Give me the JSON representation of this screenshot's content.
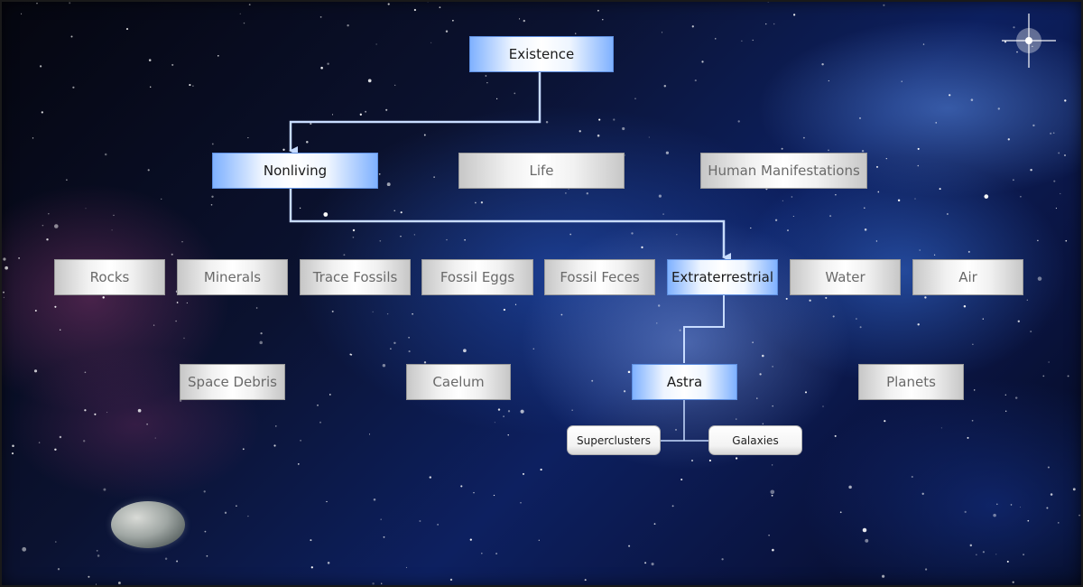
{
  "diagram": {
    "root": {
      "label": "Existence"
    },
    "level1": [
      {
        "id": "nonliving",
        "label": "Nonliving"
      },
      {
        "id": "life",
        "label": "Life"
      },
      {
        "id": "human",
        "label": "Human Manifestations"
      }
    ],
    "level2": [
      {
        "id": "rocks",
        "label": "Rocks"
      },
      {
        "id": "minerals",
        "label": "Minerals"
      },
      {
        "id": "trace-fossils",
        "label": "Trace Fossils"
      },
      {
        "id": "fossil-eggs",
        "label": "Fossil Eggs"
      },
      {
        "id": "fossil-feces",
        "label": "Fossil Feces"
      },
      {
        "id": "extraterrestrial",
        "label": "Extraterrestrial"
      },
      {
        "id": "water",
        "label": "Water"
      },
      {
        "id": "air",
        "label": "Air"
      }
    ],
    "level3": [
      {
        "id": "space-debris",
        "label": "Space Debris"
      },
      {
        "id": "caelum",
        "label": "Caelum"
      },
      {
        "id": "astra",
        "label": "Astra"
      },
      {
        "id": "planets",
        "label": "Planets"
      }
    ],
    "level4": [
      {
        "id": "superclusters",
        "label": "Superclusters"
      },
      {
        "id": "galaxies",
        "label": "Galaxies"
      }
    ],
    "highlight_color": "#7fb1ff",
    "connector_color": "#c8dcff",
    "inactive_color": "#c7c7c7"
  }
}
